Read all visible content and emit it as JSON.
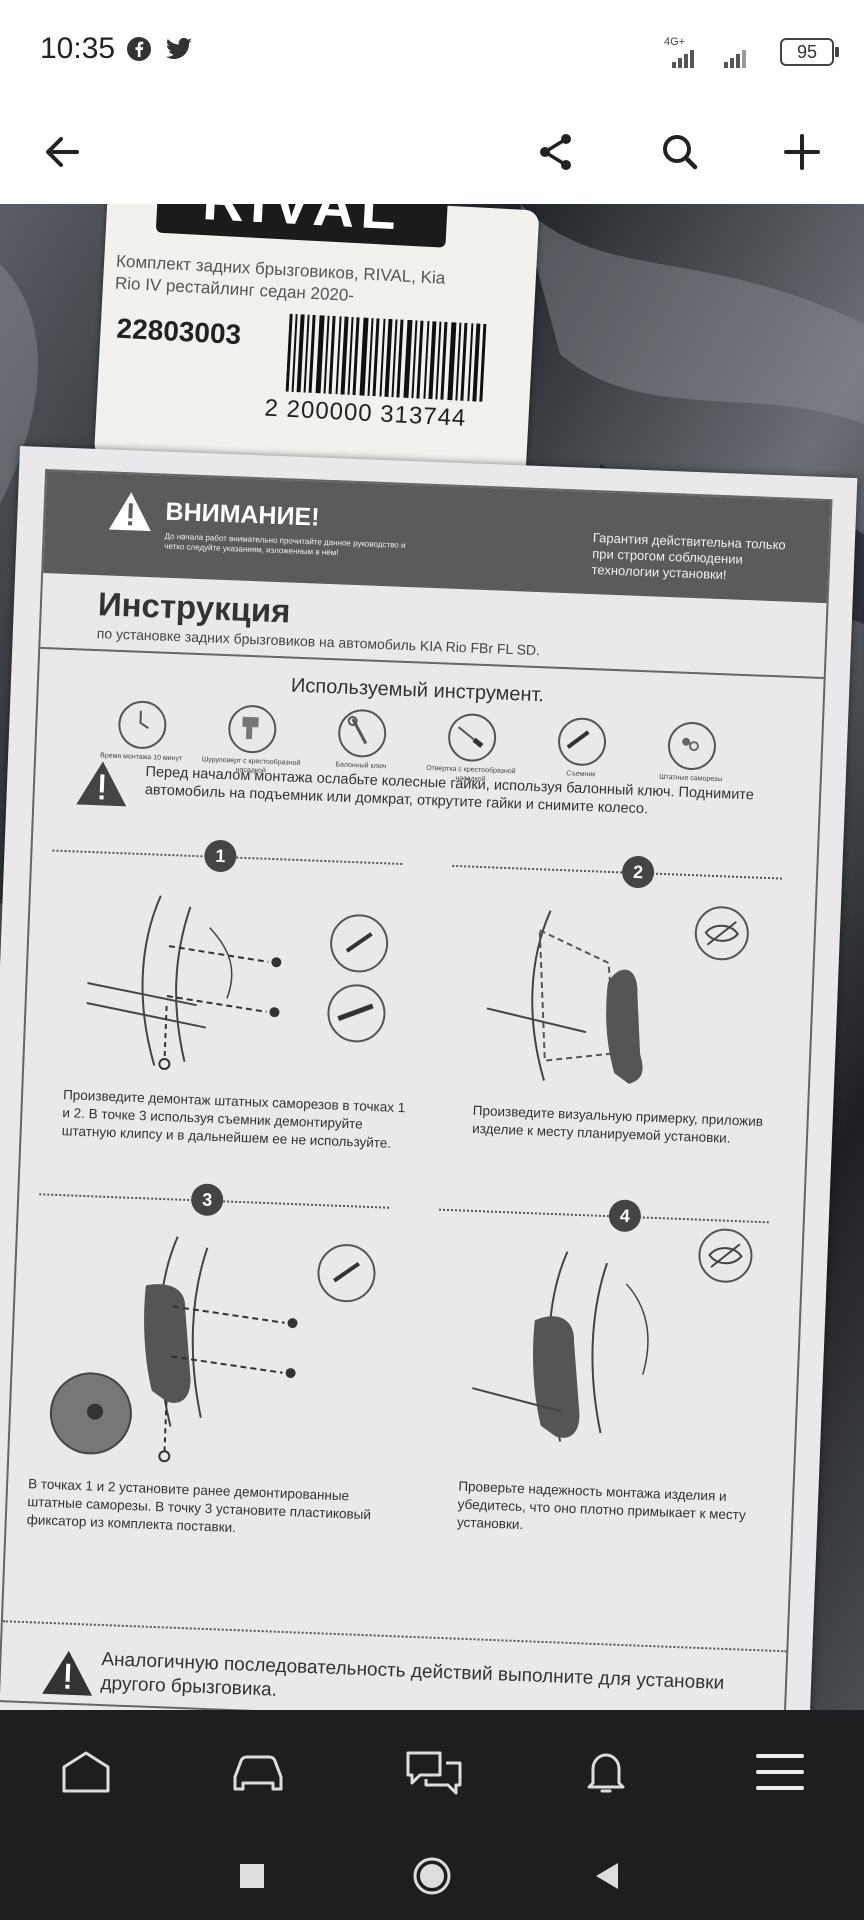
{
  "status": {
    "time": "10:35",
    "network": "4G+",
    "battery": "95"
  },
  "label": {
    "brand": "RIVAL",
    "description": "Комплект задних брызговиков, RIVAL, Kia Rio IV рестайлинг седан 2020-",
    "code": "22803003",
    "barcode_number": "2 200000 313744"
  },
  "sheet": {
    "warning_title": "ВНИМАНИЕ!",
    "warning_small": "До начала работ внимательно прочитайте данное руководство и четко следуйте указаниям, изложенным в нём!",
    "warranty": "Гарантия действительна только при строгом соблюдении технологии установки!",
    "title": "Инструкция",
    "subtitle": "по установке задних брызговиков на автомобиль KIA Rio FBr FL SD.",
    "tools_title": "Используемый инструмент.",
    "tools": [
      {
        "label": "Время монтажа 10 минут"
      },
      {
        "label": "Шуруповерт с крестообразной насадкой"
      },
      {
        "label": "Балонный ключ"
      },
      {
        "label": "Отвертка с крестообразной насадкой"
      },
      {
        "label": "Съемник"
      },
      {
        "label": "Штатные саморезы"
      }
    ],
    "pre_warning": "Перед началом монтажа ослабьте колесные гайки, используя балонный ключ. Поднимите автомобиль на подъемник или домкрат, открутите гайки и снимите колесо.",
    "steps": [
      {
        "num": "1",
        "text": "Произведите демонтаж штатных саморезов в точках 1 и 2. В точке 3 используя съемник демонтируйте штатную клипсу и в дальнейшем ее не используйте."
      },
      {
        "num": "2",
        "text": "Произведите визуальную примерку, приложив изделие к месту планируемой установки."
      },
      {
        "num": "3",
        "text": "В точках 1 и 2 установите ранее демонтированные штатные саморезы. В точку 3 установите пластиковый фиксатор из комплекта поставки."
      },
      {
        "num": "4",
        "text": "Проверьте надежность монтажа изделия и убедитесь, что оно плотно примыкает к месту установки."
      }
    ],
    "final": "Аналогичную последовательность действий выполните для установки другого брызговика."
  },
  "icons": {
    "back": "arrow-left-icon",
    "share": "share-icon",
    "search": "search-icon",
    "add": "plus-icon",
    "nav": [
      "home-icon",
      "car-icon",
      "chat-icon",
      "bell-icon",
      "menu-icon"
    ],
    "system": [
      "square-recent-icon",
      "circle-home-icon",
      "triangle-back-icon"
    ]
  },
  "colors": {
    "navbar": "#1e1e21",
    "appbar": "#ffffff",
    "warning_band": "#5b5b5d"
  }
}
